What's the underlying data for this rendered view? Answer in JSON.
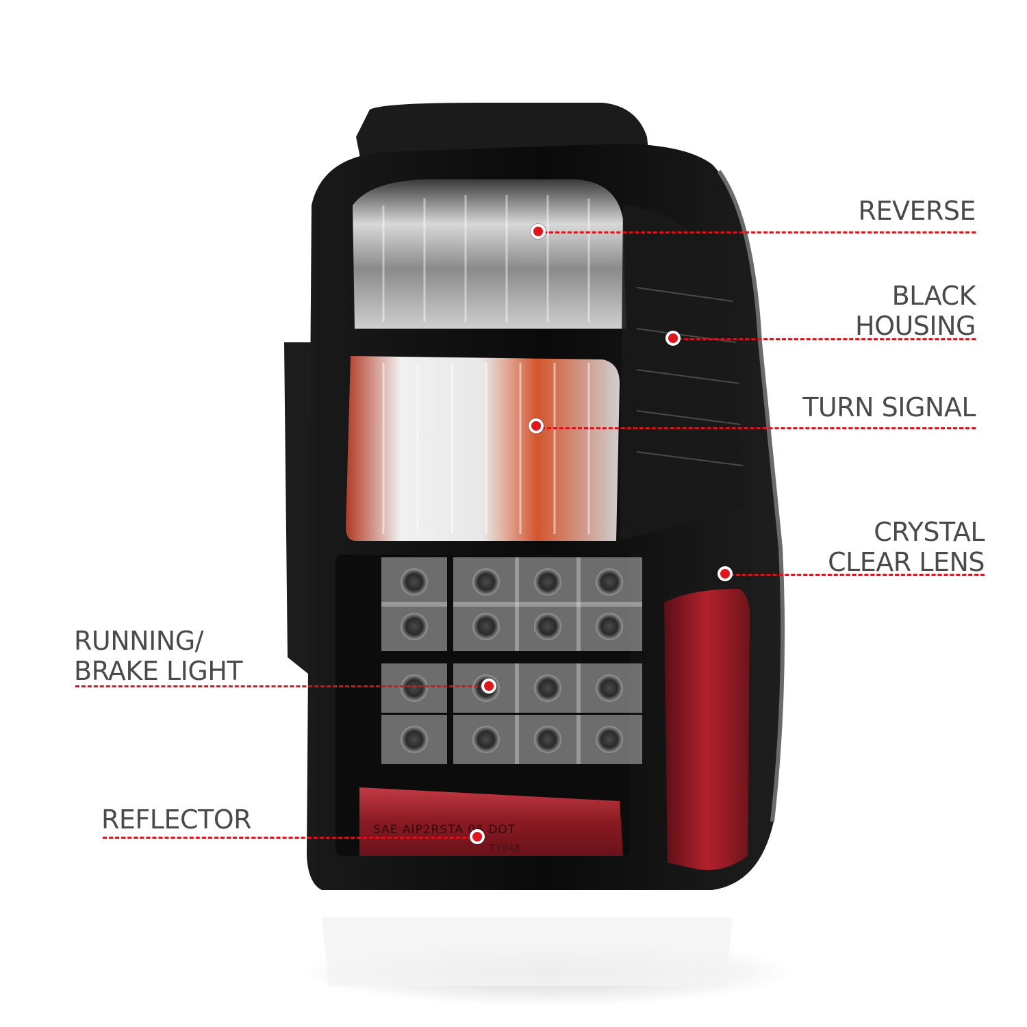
{
  "colors": {
    "accent": "#d9121b",
    "label_text": "#4a4a4a",
    "housing": "#111111",
    "reflector_red": "#8a1a22",
    "amber": "#e0502a"
  },
  "lens_print": {
    "line_1": "SAE  AIP2RSTA  06  DOT",
    "line_2": "TY048"
  },
  "callouts": [
    {
      "id": "reverse",
      "lines": [
        "REVERSE"
      ]
    },
    {
      "id": "black-housing",
      "lines": [
        "BLACK",
        "HOUSING"
      ]
    },
    {
      "id": "turn-signal",
      "lines": [
        "TURN SIGNAL"
      ]
    },
    {
      "id": "crystal-clear-lens",
      "lines": [
        "CRYSTAL",
        "CLEAR LENS"
      ]
    },
    {
      "id": "running-brake-light",
      "lines": [
        "RUNNING/",
        "BRAKE LIGHT"
      ]
    },
    {
      "id": "reflector",
      "lines": [
        "REFLECTOR"
      ]
    }
  ]
}
